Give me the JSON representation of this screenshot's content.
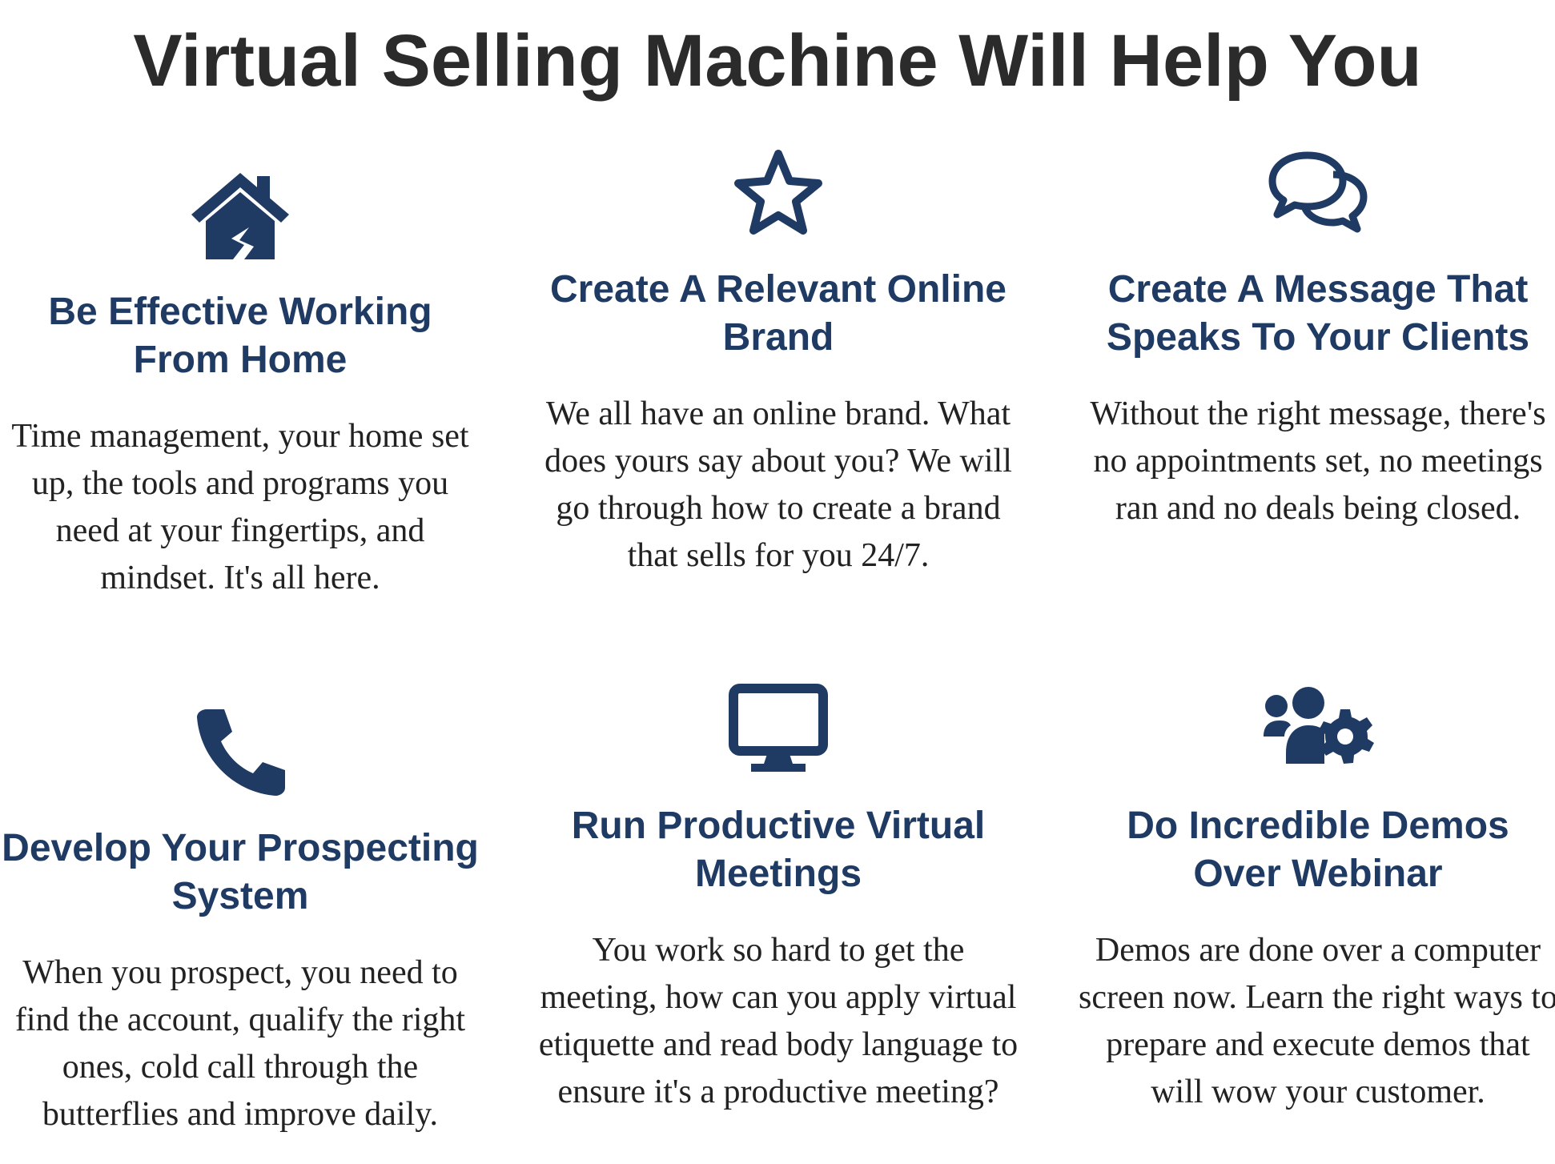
{
  "page": {
    "title": "Virtual Selling Machine Will Help You"
  },
  "colors": {
    "heading": "#1f3a63",
    "icon": "#1f3a63",
    "title": "#2b2b2b",
    "body": "#222222"
  },
  "features": [
    {
      "icon": "house-icon",
      "heading": "Be Effective Working From Home",
      "description": "Time management, your home set up, the tools and programs you need at your fingertips, and mindset. It's all here."
    },
    {
      "icon": "star-icon",
      "heading": "Create A Relevant Online Brand",
      "description": "We all have an online brand. What does yours say about you? We will go through how to create a brand that sells for you 24/7."
    },
    {
      "icon": "chat-bubbles-icon",
      "heading": "Create A Message That Speaks To Your Clients",
      "description": "Without the right message, there's no appointments set, no meetings ran and no deals being closed."
    },
    {
      "icon": "phone-icon",
      "heading": "Develop Your Prospecting System",
      "description": "When you prospect, you need to find the account, qualify the right ones, cold call through the butterflies and improve daily."
    },
    {
      "icon": "desktop-monitor-icon",
      "heading": "Run Productive Virtual Meetings",
      "description": "You work so hard to get the meeting, how can you apply virtual etiquette and read body language to ensure it's a productive meeting?"
    },
    {
      "icon": "users-gear-icon",
      "heading": "Do Incredible Demos Over Webinar",
      "description": "Demos are done over a computer screen now. Learn the right ways to prepare and execute demos that will wow your customer."
    }
  ]
}
